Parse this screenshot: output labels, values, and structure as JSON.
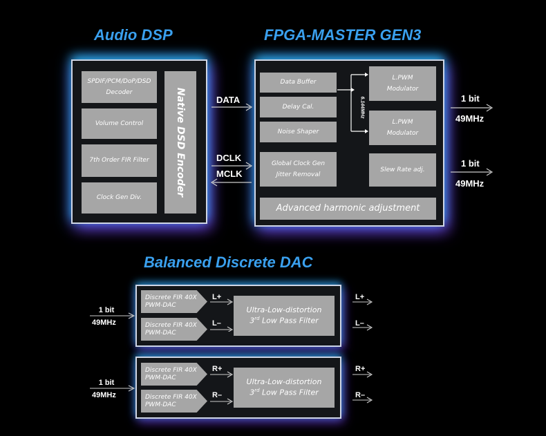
{
  "audio_dsp": {
    "title": "Audio DSP",
    "blocks": [
      "SPDIF/PCM/DoP/DSD\nDecoder",
      "Volume Control",
      "7th Order FIR Filter",
      "Clock Gen Div."
    ],
    "encoder": "Native DSD Encoder"
  },
  "fpga": {
    "title": "FPGA-MASTER GEN3",
    "blocks": [
      "Data Buffer",
      "Delay Cal.",
      "Noise Shaper",
      "Global Clock Gen\nJitter Removal"
    ],
    "freq": "6.144MHz",
    "pwm1": "L.PWM\nModulator",
    "pwm2": "L.PWM\nModulator",
    "slew": "Slew Rate adj.",
    "advanced": "Advanced harmonic adjustment"
  },
  "links": {
    "data": "DATA",
    "dclk": "DCLK",
    "mclk": "MCLK"
  },
  "fpga_out": [
    {
      "bits": "1 bit",
      "freq": "49MHz"
    },
    {
      "bits": "1 bit",
      "freq": "49MHz"
    }
  ],
  "dac": {
    "title": "Balanced Discrete DAC",
    "input": {
      "bits": "1 bit",
      "freq": "49MHz"
    },
    "pwm_dac": "Discrete FIR 40X\nPWM-DAC",
    "filter_line1": "Ultra-Low-distortion",
    "filter_num": "3",
    "filter_sup": "rd",
    "filter_line2": " Low Pass Filter",
    "unit1": {
      "in": [
        "L+",
        "L–"
      ],
      "out": [
        "L+",
        "L–"
      ]
    },
    "unit2": {
      "in": [
        "R+",
        "R–"
      ],
      "out": [
        "R+",
        "R–"
      ]
    }
  },
  "colors": {
    "title": "#3aa0ee",
    "block": "#a6a6a6",
    "frame": "#cfd6e6"
  }
}
